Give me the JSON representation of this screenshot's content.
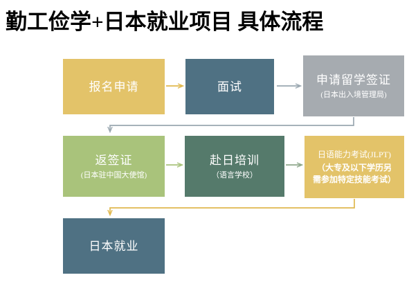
{
  "page": {
    "title": "勤工俭学+日本就业项目 具体流程",
    "background": "#ffffff"
  },
  "colors": {
    "gold": "#E3C369",
    "slate_blue": "#4F7183",
    "gray": "#A6ABB0",
    "light_green": "#A9C37B",
    "dark_green": "#557A6B",
    "arrow_gold": "#E0B84E",
    "arrow_gray": "#9AA7B0",
    "arrow_green": "#A9C37B",
    "arrow_dark_green": "#8FA88C",
    "text_white": "#FFFFFF",
    "title_text": "#000000"
  },
  "chart_data": {
    "type": "flowchart",
    "title": "勤工俭学+日本就业项目 具体流程",
    "orientation": "left-to-right, wrapping rows",
    "nodes": [
      {
        "id": "baoming",
        "label": "报名申请",
        "sublabel": "",
        "color": "#E3C369",
        "row": 1,
        "col": 1
      },
      {
        "id": "mianshi",
        "label": "面试",
        "sublabel": "",
        "color": "#4F7183",
        "row": 1,
        "col": 2
      },
      {
        "id": "liuxueqz",
        "label": "申请留学签证",
        "sublabel": "(日本出入境管理局)",
        "color": "#A6ABB0",
        "row": 1,
        "col": 3
      },
      {
        "id": "fanqianzheng",
        "label": "返签证",
        "sublabel": "(日本驻中国大使馆)",
        "color": "#A9C37B",
        "row": 2,
        "col": 1
      },
      {
        "id": "furipeixun",
        "label": "赴日培训",
        "sublabel": "（语言学校）",
        "color": "#557A6B",
        "row": 2,
        "col": 2
      },
      {
        "id": "jlpt",
        "label": "日语能力考试(JLPT)",
        "sublabel": "（大专及以下学历另需参加特定技能考试）",
        "color": "#E3C369",
        "row": 2,
        "col": 3
      },
      {
        "id": "jiuye",
        "label": "日本就业",
        "sublabel": "",
        "color": "#4F7183",
        "row": 3,
        "col": 1
      }
    ],
    "edges": [
      {
        "from": "baoming",
        "to": "mianshi",
        "style": "straight",
        "color": "#E0B84E"
      },
      {
        "from": "mianshi",
        "to": "liuxueqz",
        "style": "straight",
        "color": "#9AA7B0"
      },
      {
        "from": "liuxueqz",
        "to": "fanqianzheng",
        "style": "elbow",
        "color": "#9AA7B0"
      },
      {
        "from": "fanqianzheng",
        "to": "furipeixun",
        "style": "straight",
        "color": "#A9C37B"
      },
      {
        "from": "furipeixun",
        "to": "jlpt",
        "style": "straight",
        "color": "#8FA88C"
      },
      {
        "from": "jlpt",
        "to": "jiuye",
        "style": "elbow",
        "color": "#E0B84E"
      }
    ]
  },
  "nodes": {
    "baoming": {
      "label": "报名申请",
      "sublabel": ""
    },
    "mianshi": {
      "label": "面试",
      "sublabel": ""
    },
    "liuxueqz": {
      "label": "申请留学签证",
      "sublabel": "(日本出入境管理局)"
    },
    "fanqianzheng": {
      "label": "返签证",
      "sublabel": "(日本驻中国大使馆)"
    },
    "furipeixun": {
      "label": "赴日培训",
      "sublabel": "（语言学校）"
    },
    "jlpt": {
      "label": "日语能力考试(JLPT)",
      "sublabel_line1": "（大专及以下学历另",
      "sublabel_line2": "需参加特定技能考试）"
    },
    "jiuye": {
      "label": "日本就业",
      "sublabel": ""
    }
  }
}
